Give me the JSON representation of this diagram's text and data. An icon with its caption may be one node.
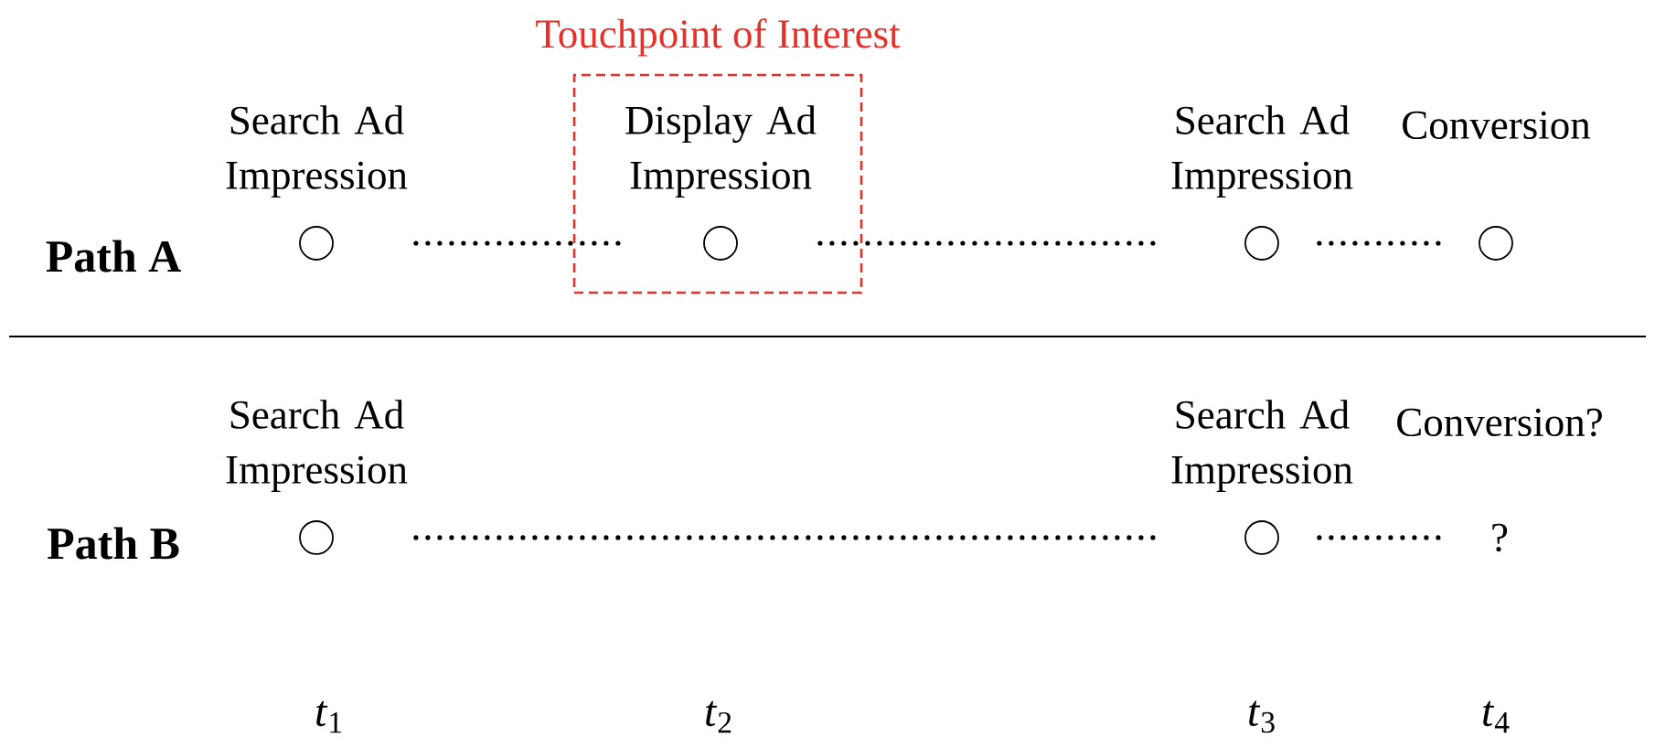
{
  "diagram": {
    "nodes": [
      {
        "text": [
          "Search Ad Impression"
        ]
      },
      {
        "text": [
          "Touchpoint of Interest"
        ]
      },
      {
        "text": [
          "Display Ad Impression"
        ],
        "in": 1
      },
      {
        "text": [
          "Search Ad Impression"
        ]
      },
      {
        "text": [
          "Conversion"
        ]
      },
      {
        "text": [
          "Search Ad Impression"
        ]
      },
      {
        "text": [
          "Search Ad Impression"
        ]
      },
      {
        "text": [
          "Conversion?",
          "?"
        ]
      }
    ],
    "edges": [
      {
        "from": 0,
        "to": 2,
        "arrow": "none"
      },
      {
        "from": 2,
        "to": 3,
        "arrow": "none"
      },
      {
        "from": 3,
        "to": 4,
        "arrow": "none"
      },
      {
        "from": 5,
        "to": 6,
        "arrow": "none"
      },
      {
        "from": 6,
        "to": 7,
        "arrow": "none"
      }
    ],
    "labels": [
      "Path A",
      "Path B",
      "*t*$_{1}$",
      "*t*$_{2}$",
      "*t*$_{3}$",
      "*t*$_{4}$"
    ]
  }
}
